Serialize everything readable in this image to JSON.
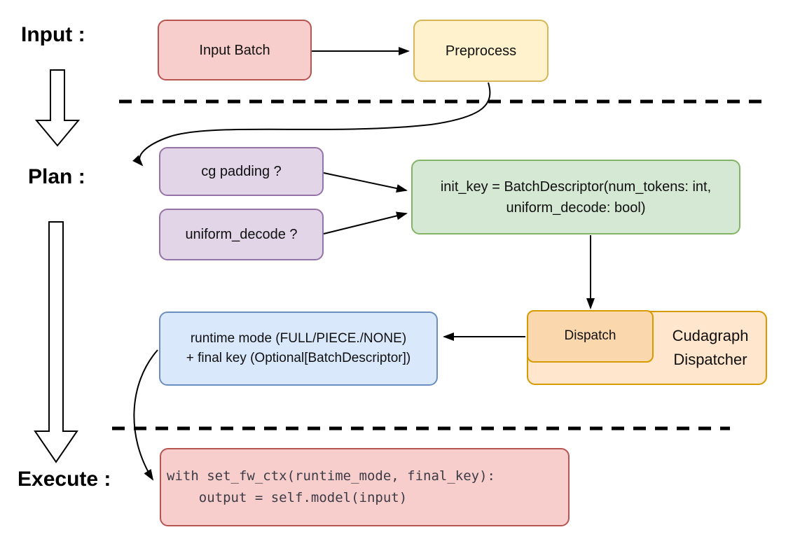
{
  "sections": {
    "input_label": "Input :",
    "plan_label": "Plan :",
    "execute_label": "Execute :"
  },
  "nodes": {
    "input_batch": "Input Batch",
    "preprocess": "Preprocess",
    "cg_padding": "cg padding ?",
    "uniform_decode": "uniform_decode ?",
    "init_key_line1": "init_key = BatchDescriptor(num_tokens: int,",
    "init_key_line2": "uniform_decode: bool)",
    "runtime_line1": "runtime mode (FULL/PIECE./NONE)",
    "runtime_line2": "+ final key (Optional[BatchDescriptor])",
    "dispatch": "Dispatch",
    "cudagraph_dispatcher": "Cudagraph Dispatcher",
    "execute_code_line1": "with set_fw_ctx(runtime_mode, final_key):",
    "execute_code_line2": "    output = self.model(input)"
  },
  "colors": {
    "red_fill": "#f8cecc",
    "red_stroke": "#b85450",
    "yellow_fill": "#fff2cc",
    "yellow_stroke": "#d6b656",
    "purple_fill": "#e1d5e7",
    "purple_stroke": "#9673a6",
    "green_fill": "#d5e8d4",
    "green_stroke": "#82b366",
    "blue_fill": "#dae8fc",
    "blue_stroke": "#6c8ebf",
    "orange_outer_fill": "#ffe6cc",
    "orange_inner_fill": "#fad7ac",
    "orange_stroke": "#d79b00",
    "connector": "#000000"
  }
}
